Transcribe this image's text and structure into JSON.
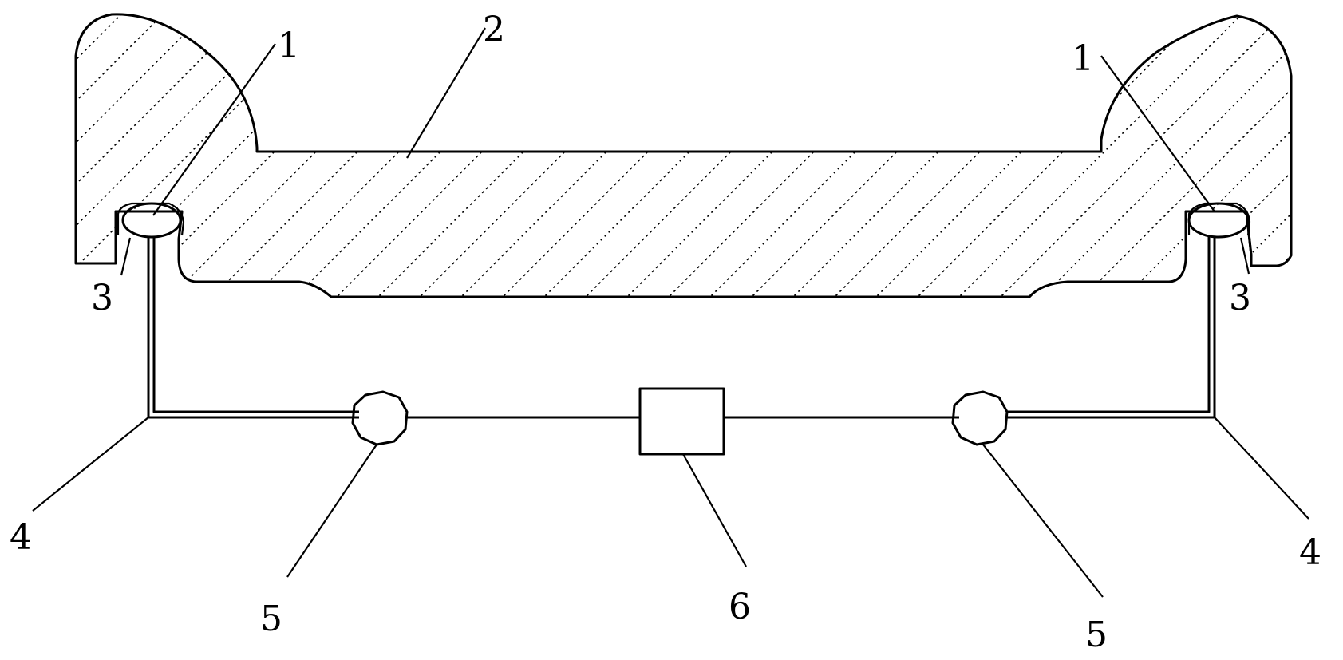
{
  "labels": {
    "l1_left": "1",
    "l1_right": "1",
    "l2": "2",
    "l3_left": "3",
    "l3_right": "3",
    "l4_left": "4",
    "l4_right": "4",
    "l5_left": "5",
    "l5_right": "5",
    "l6": "6"
  }
}
